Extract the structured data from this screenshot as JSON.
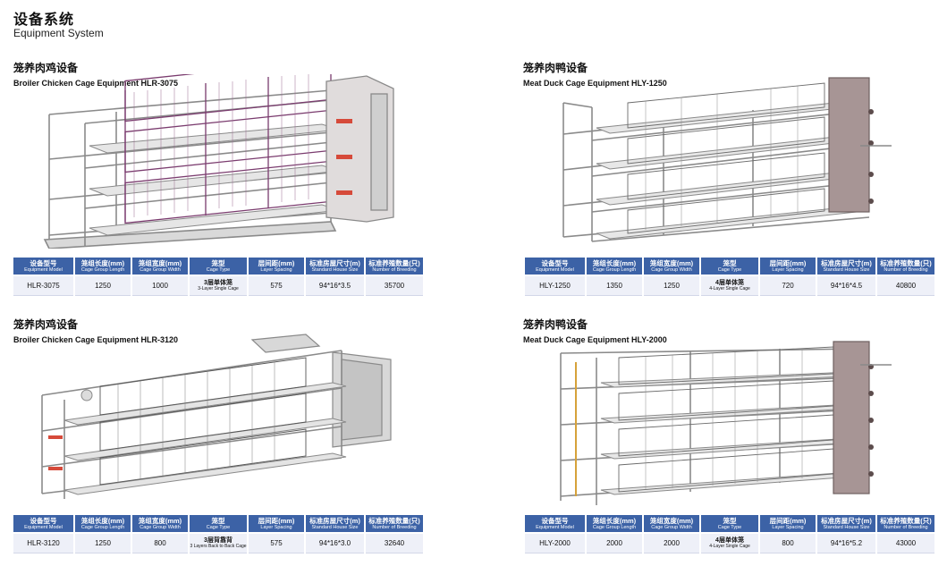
{
  "page": {
    "title_cn": "设备系统",
    "title_en": "Equipment System"
  },
  "headers": [
    {
      "cn": "设备型号",
      "en": "Equipment Model"
    },
    {
      "cn": "笼组长度(mm)",
      "en": "Cage Group Length"
    },
    {
      "cn": "笼组宽度(mm)",
      "en": "Cage Group Width"
    },
    {
      "cn": "笼型",
      "en": "Cage Type"
    },
    {
      "cn": "层间距(mm)",
      "en": "Layer Spacing"
    },
    {
      "cn": "标准房屋尺寸(m)",
      "en": "Standard House Size"
    },
    {
      "cn": "标准养殖数量(只)",
      "en": "Number of Breeding"
    }
  ],
  "products": [
    {
      "title_cn": "笼养肉鸡设备",
      "title_en": "Broiler Chicken Cage Equipment HLR-3075",
      "model": "HLR-3075",
      "length": "1250",
      "width": "1000",
      "cage_type_cn": "3层单体笼",
      "cage_type_en": "3-Layer Single Cage",
      "spacing": "575",
      "house": "94*16*3.5",
      "breeding": "35700"
    },
    {
      "title_cn": "笼养肉鸭设备",
      "title_en": "Meat Duck Cage Equipment HLY-1250",
      "model": "HLY-1250",
      "length": "1350",
      "width": "1250",
      "cage_type_cn": "4层单体笼",
      "cage_type_en": "4-Layer Single Cage",
      "spacing": "720",
      "house": "94*16*4.5",
      "breeding": "40800"
    },
    {
      "title_cn": "笼养肉鸡设备",
      "title_en": "Broiler Chicken Cage Equipment HLR-3120",
      "model": "HLR-3120",
      "length": "1250",
      "width": "800",
      "cage_type_cn": "3层背靠背",
      "cage_type_en": "3 Layers Back to Back Cage",
      "spacing": "575",
      "house": "94*16*3.0",
      "breeding": "32640"
    },
    {
      "title_cn": "笼养肉鸭设备",
      "title_en": "Meat Duck Cage Equipment HLY-2000",
      "model": "HLY-2000",
      "length": "2000",
      "width": "2000",
      "cage_type_cn": "4层单体笼",
      "cage_type_en": "4-Layer Single Cage",
      "spacing": "800",
      "house": "94*16*5.2",
      "breeding": "43000"
    }
  ],
  "colors": {
    "header_blue": "#3c62a6",
    "cell_bg": "#eef0f8",
    "frame_gray": "#8e8e8e",
    "cage_purple": "#7a3b6e",
    "accent_red": "#d64a3a"
  }
}
